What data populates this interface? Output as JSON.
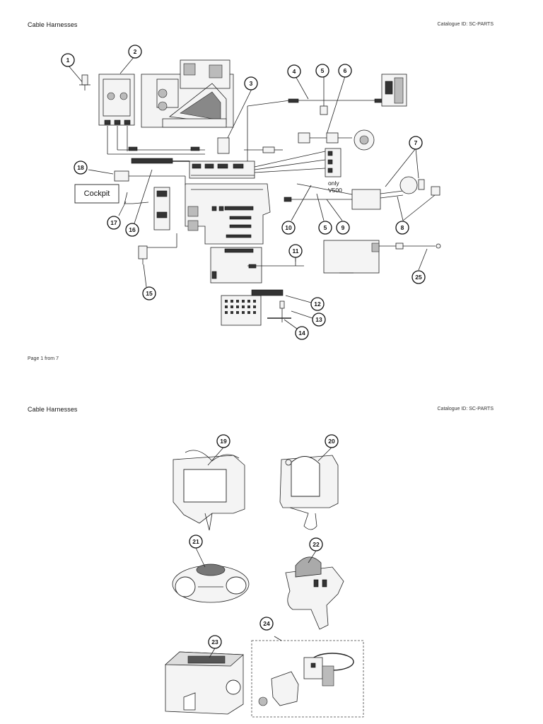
{
  "pages": [
    {
      "header_title": "Cable Harnesses",
      "catalogue_id": "Catalogue ID: SC-PARTS",
      "footer": "Page 1 from 7",
      "cockpit_label": "Cockpit",
      "note_line1": "only",
      "note_line2": "V500",
      "callouts": [
        "1",
        "2",
        "3",
        "4",
        "5",
        "6",
        "7",
        "18",
        "17",
        "16",
        "15",
        "10",
        "5",
        "9",
        "8",
        "11",
        "12",
        "13",
        "14",
        "25"
      ]
    },
    {
      "header_title": "Cable Harnesses",
      "catalogue_id": "Catalogue ID: SC-PARTS",
      "callouts": [
        "19",
        "20",
        "21",
        "22",
        "23",
        "24"
      ]
    }
  ]
}
